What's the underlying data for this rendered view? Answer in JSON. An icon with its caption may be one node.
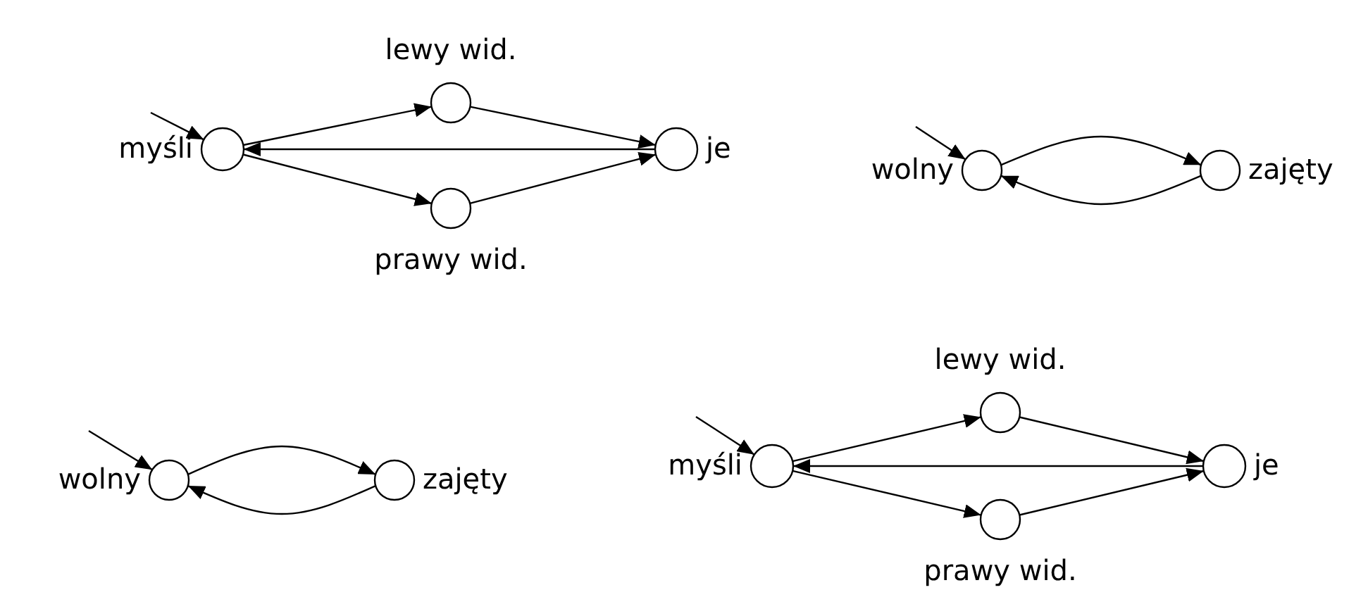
{
  "diagram": {
    "nodes": [
      {
        "text": [],
        "shape": "circle",
        "beside": [
          "myśli"
        ]
      },
      {
        "text": [],
        "shape": "circle",
        "beside": [
          "lewy wid."
        ]
      },
      {
        "text": [],
        "shape": "circle",
        "beside": [
          "prawy wid."
        ]
      },
      {
        "text": [],
        "shape": "circle",
        "beside": [
          "je"
        ]
      },
      {
        "text": [],
        "shape": "circle",
        "beside": [
          "wolny"
        ]
      },
      {
        "text": [],
        "shape": "circle",
        "beside": [
          "zajęty"
        ]
      },
      {
        "text": [],
        "shape": "circle",
        "beside": [
          "wolny"
        ]
      },
      {
        "text": [],
        "shape": "circle",
        "beside": [
          "zajęty"
        ]
      },
      {
        "text": [],
        "shape": "circle",
        "beside": [
          "myśli"
        ]
      },
      {
        "text": [],
        "shape": "circle",
        "beside": [
          "lewy wid."
        ]
      },
      {
        "text": [],
        "shape": "circle",
        "beside": [
          "prawy wid."
        ]
      },
      {
        "text": [],
        "shape": "circle",
        "beside": [
          "je"
        ]
      }
    ],
    "edges": [
      {
        "from": null,
        "to": 0,
        "arrow": "to"
      },
      {
        "from": 0,
        "to": 1,
        "arrow": "to"
      },
      {
        "from": 1,
        "to": 3,
        "arrow": "to"
      },
      {
        "from": 0,
        "to": 2,
        "arrow": "to"
      },
      {
        "from": 2,
        "to": 3,
        "arrow": "to"
      },
      {
        "from": 3,
        "to": 0,
        "arrow": "to"
      },
      {
        "from": null,
        "to": 4,
        "arrow": "to"
      },
      {
        "from": 4,
        "to": 5,
        "arrow": "to"
      },
      {
        "from": 5,
        "to": 4,
        "arrow": "to"
      },
      {
        "from": null,
        "to": 6,
        "arrow": "to"
      },
      {
        "from": 6,
        "to": 7,
        "arrow": "to"
      },
      {
        "from": 7,
        "to": 6,
        "arrow": "to"
      },
      {
        "from": null,
        "to": 8,
        "arrow": "to"
      },
      {
        "from": 8,
        "to": 9,
        "arrow": "to"
      },
      {
        "from": 9,
        "to": 11,
        "arrow": "to"
      },
      {
        "from": 8,
        "to": 10,
        "arrow": "to"
      },
      {
        "from": 10,
        "to": 11,
        "arrow": "to"
      },
      {
        "from": 11,
        "to": 8,
        "arrow": "to"
      }
    ]
  }
}
